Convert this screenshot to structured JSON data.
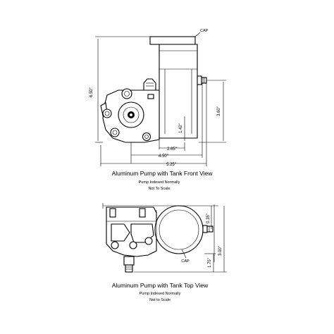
{
  "front_view": {
    "title": "Aluminum Pump with Tank Front View",
    "note1": "Pump Indexed Normally",
    "note2": "Not To Scale",
    "cap_label": "CAP",
    "dim_height_total": "6.50\"",
    "dim_height_right": "3.60\"",
    "dim_height_inner": "1.42\"",
    "dim_width_265": "2.65\"",
    "dim_width_450": "4.50\"",
    "dim_width_525": "5.25\""
  },
  "top_view": {
    "title": "Aluminum Pump with Tank Top View",
    "note1": "Pump Indexed Normally",
    "note2": "Not to Scale",
    "cap_label": "CAP",
    "dim_035": "0.35\"",
    "dim_300": "3.00\"",
    "dim_175": "1.75\""
  }
}
